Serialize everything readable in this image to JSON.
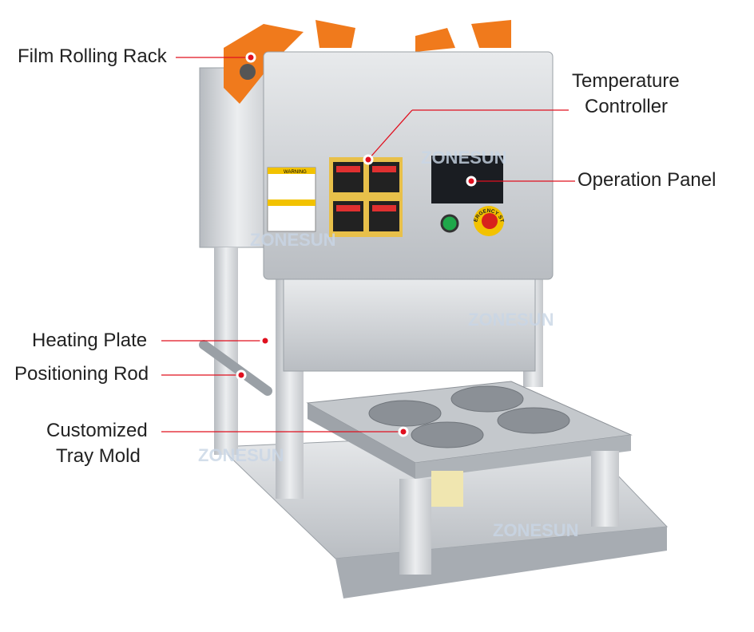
{
  "labels": {
    "film_rolling_rack": "Film Rolling Rack",
    "temperature_controller_1": "Temperature",
    "temperature_controller_2": "Controller",
    "operation_panel": "Operation Panel",
    "heating_plate": "Heating Plate",
    "positioning_rod": "Positioning Rod",
    "tray_mold_1": "Customized",
    "tray_mold_2": "Tray Mold"
  },
  "watermark": "ZONESUN",
  "panel_text": {
    "warning": "WARNING",
    "emergency_stop": "EMERGENCY STOP"
  },
  "colors": {
    "leader": "#e0101f",
    "rack": "#f07a1c",
    "steel": "#c9ccd0"
  }
}
